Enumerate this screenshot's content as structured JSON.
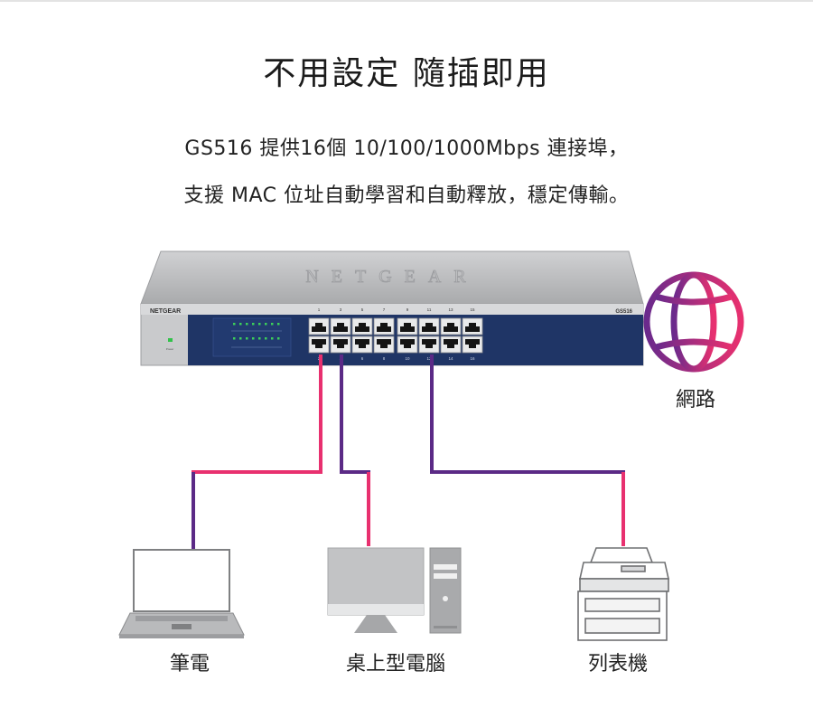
{
  "title": "不用設定 隨插即用",
  "description": {
    "line1": "GS516 提供16個 10/100/1000Mbps 連接埠，",
    "line2": "支援 MAC 位址自動學習和自動釋放，穩定傳輸。"
  },
  "switch": {
    "brand_label": "NETGEAR",
    "embossed_brand": "NETGEAR",
    "model": "GS516",
    "port_numbers_top": [
      "1",
      "3",
      "5",
      "7",
      "9",
      "11",
      "13",
      "15"
    ],
    "port_numbers_bottom": [
      "2",
      "4",
      "6",
      "8",
      "10",
      "12",
      "14",
      "16"
    ],
    "power_label": "Power"
  },
  "devices": {
    "network": "網路",
    "laptop": "筆電",
    "desktop": "桌上型電腦",
    "printer": "列表機"
  },
  "colors": {
    "cable_purple": "#5b2a86",
    "cable_pink": "#e8306f",
    "cable_orange": "#e9826a",
    "switch_blue": "#1f3566",
    "switch_gray": "#b8b9bb"
  },
  "icons": {
    "network": "globe-icon",
    "laptop": "laptop-icon",
    "desktop": "desktop-computer-icon",
    "printer": "printer-icon"
  }
}
